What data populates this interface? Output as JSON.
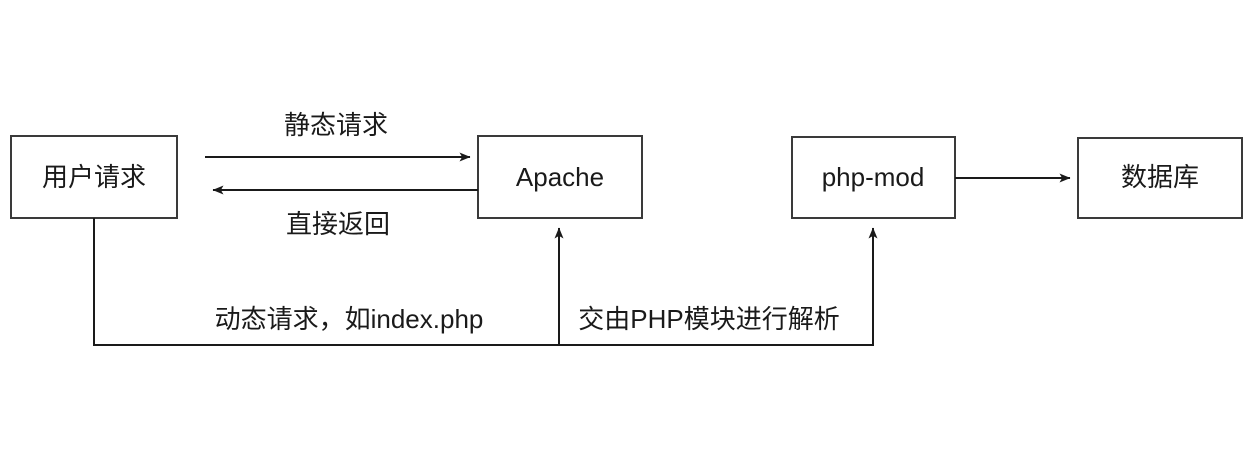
{
  "diagram": {
    "title": "Apache PHP request flow",
    "background_color": "#ffffff",
    "line_color": "#1a1a1a",
    "box_stroke_color": "#3a3a3a",
    "text_color": "#1a1a1a",
    "nodes": [
      {
        "id": "user-request",
        "label": "用户请求"
      },
      {
        "id": "apache",
        "label": "Apache"
      },
      {
        "id": "php-mod",
        "label": "php-mod"
      },
      {
        "id": "database",
        "label": "数据库"
      }
    ],
    "edge_labels": [
      {
        "id": "static-request",
        "label": "静态请求"
      },
      {
        "id": "direct-return",
        "label": "直接返回"
      },
      {
        "id": "dynamic-request",
        "label": "动态请求，如index.php"
      },
      {
        "id": "php-parse",
        "label": "交由PHP模块进行解析"
      }
    ]
  }
}
